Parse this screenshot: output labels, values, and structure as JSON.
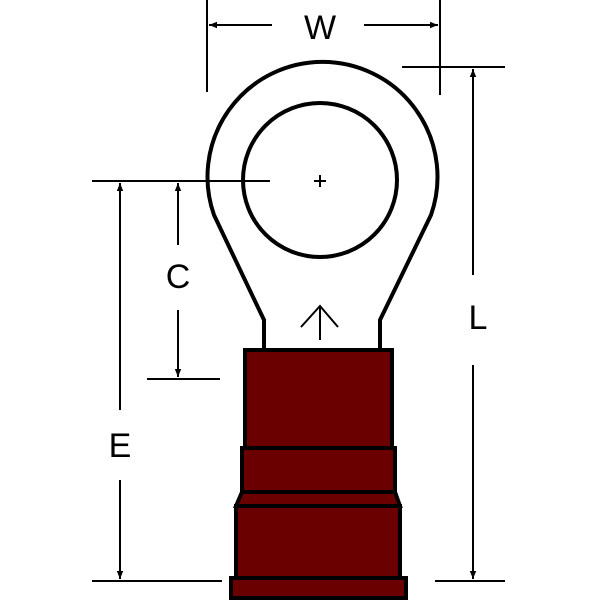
{
  "diagram": {
    "subject": "ring-terminal",
    "colors": {
      "insulation": "#6b0000",
      "outline": "#000000",
      "background": "#ffffff"
    },
    "dimensions": {
      "width_label": "W",
      "length_label": "L",
      "center_to_barrel_label": "C",
      "center_to_end_label": "E"
    }
  }
}
